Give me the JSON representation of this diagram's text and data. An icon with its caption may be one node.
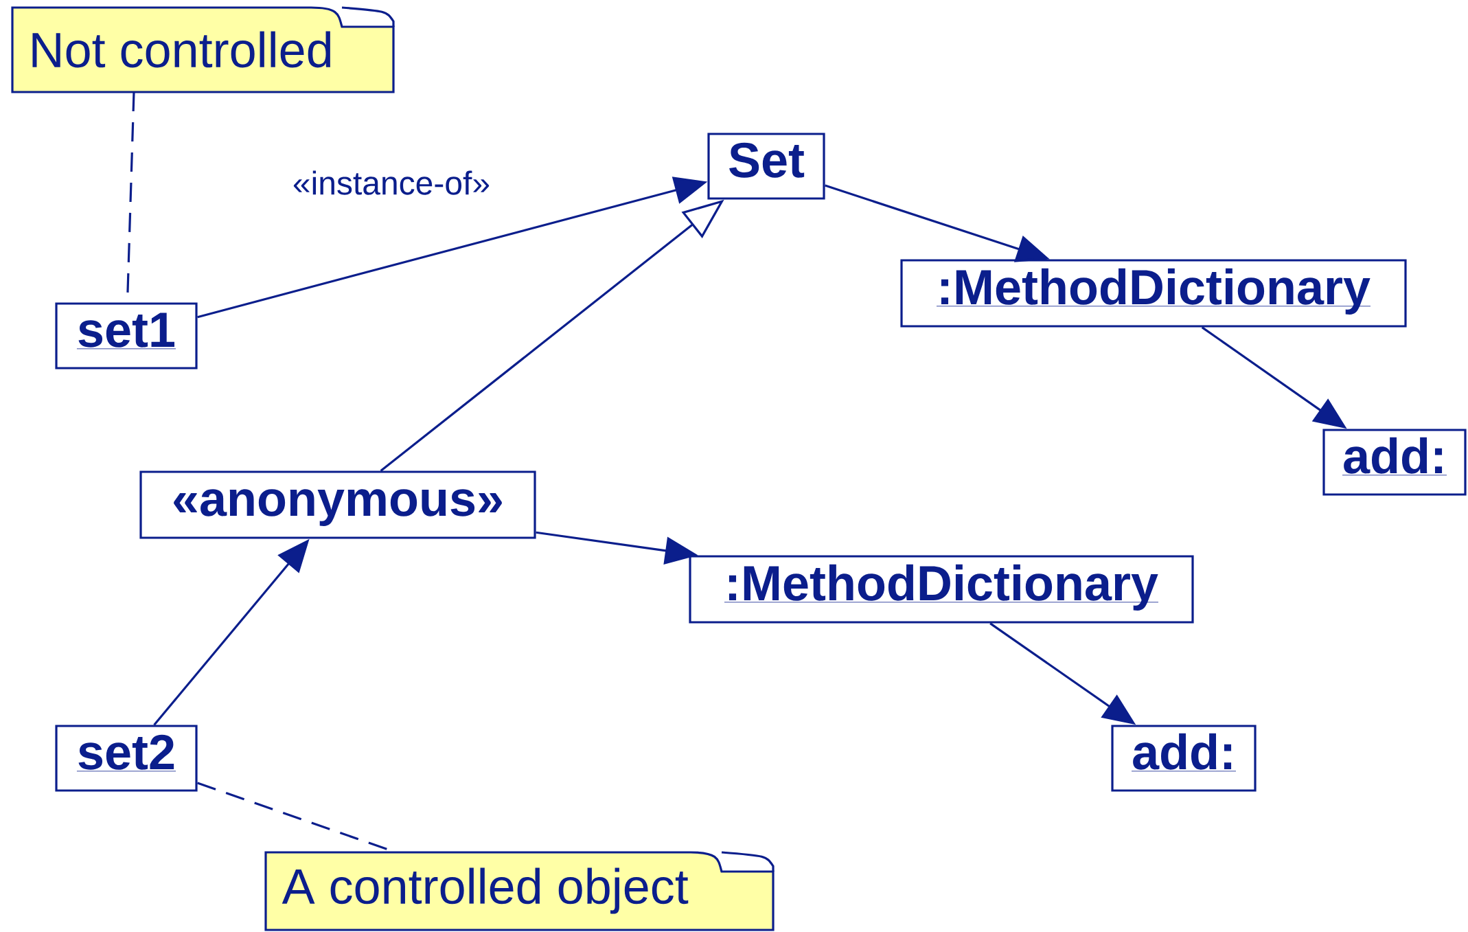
{
  "diagram": {
    "nodes": [
      {
        "text": [
          "Not controlled"
        ]
      },
      {
        "text": [
          "Set"
        ]
      },
      {
        "text": [
          "set1"
        ]
      },
      {
        "text": [
          ":MethodDictionary"
        ]
      },
      {
        "text": [
          "add:"
        ]
      },
      {
        "text": [
          "«anonymous»"
        ]
      },
      {
        "text": [
          ":MethodDictionary"
        ]
      },
      {
        "text": [
          "set2"
        ]
      },
      {
        "text": [
          "add:"
        ]
      },
      {
        "text": [
          "A controlled object"
        ]
      }
    ],
    "edges": [
      {
        "from": 0,
        "to": 2,
        "arrow": "none",
        "style": "dashed"
      },
      {
        "from": 2,
        "to": 1,
        "arrow": "to",
        "label": "«instance-of»"
      },
      {
        "from": 5,
        "to": 1,
        "arrow": "to"
      },
      {
        "from": 1,
        "to": 3,
        "arrow": "to"
      },
      {
        "from": 3,
        "to": 4,
        "arrow": "to"
      },
      {
        "from": 5,
        "to": 6,
        "arrow": "to"
      },
      {
        "from": 6,
        "to": 8,
        "arrow": "to"
      },
      {
        "from": 7,
        "to": 5,
        "arrow": "to"
      },
      {
        "from": 7,
        "to": 9,
        "arrow": "none",
        "style": "dashed"
      }
    ]
  }
}
